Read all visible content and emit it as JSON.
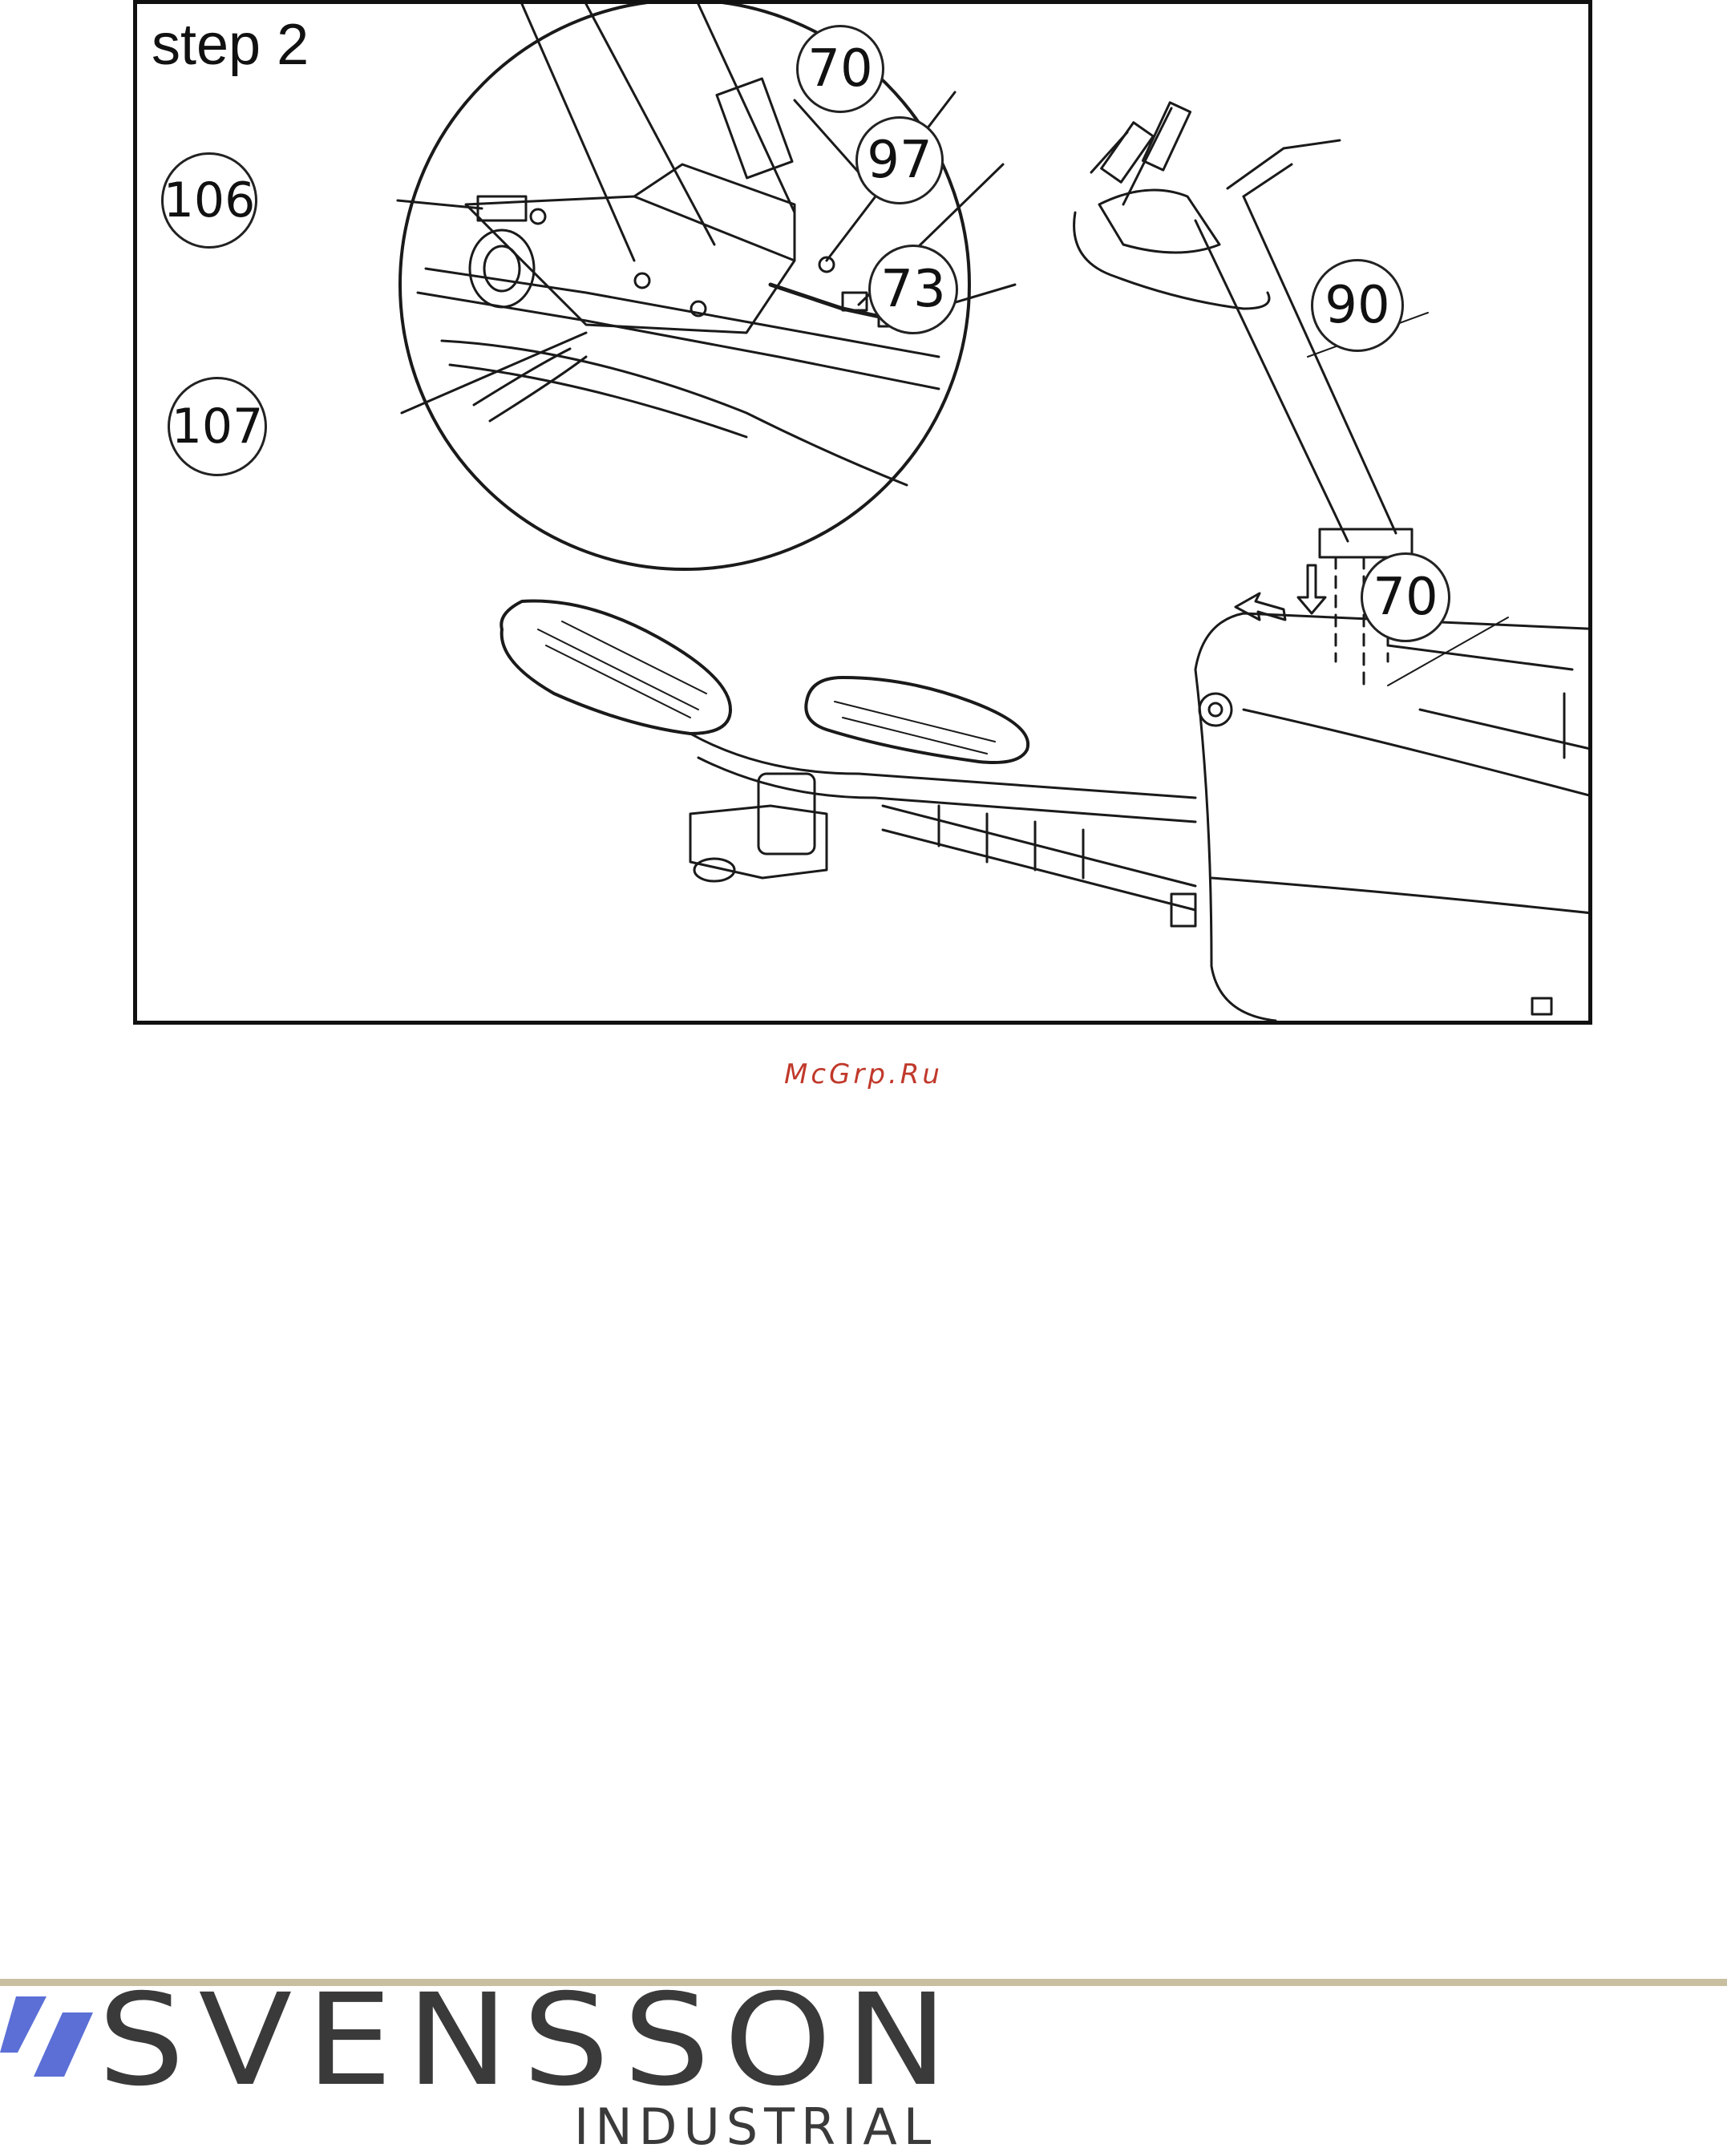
{
  "figure": {
    "step_title": "step 2",
    "callouts": [
      {
        "id": "c70a",
        "label": "70"
      },
      {
        "id": "c97",
        "label": "97"
      },
      {
        "id": "c106",
        "label": "106"
      },
      {
        "id": "c73",
        "label": "73"
      },
      {
        "id": "c90",
        "label": "90"
      },
      {
        "id": "c107",
        "label": "107"
      },
      {
        "id": "c70b",
        "label": "70"
      }
    ]
  },
  "watermark": {
    "text": "McGrp.Ru",
    "color": "#c0392b"
  },
  "footer": {
    "brand": "SVENSSON",
    "subtitle": "INDUSTRIAL",
    "brand_color": "#3a3a3a",
    "rule_color": "#c8bfa0",
    "mark_color": "#5b6fd6"
  }
}
